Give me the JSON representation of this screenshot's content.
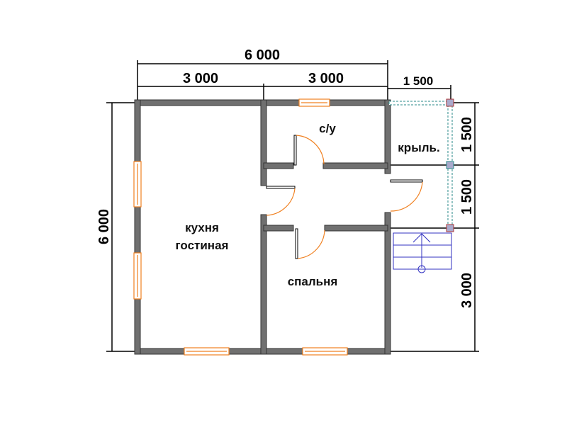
{
  "dimensions": {
    "total_width": "6 000",
    "left_width": "3 000",
    "right_width": "3 000",
    "porch_width": "1 500",
    "total_height": "6 000",
    "porch_upper_height": "1 500",
    "porch_lower_height": "1 500",
    "lower_right_height": "3 000"
  },
  "rooms": {
    "kitchen_line1": "кухня",
    "kitchen_line2": "гостиная",
    "bathroom": "с/у",
    "porch": "крыль.",
    "bedroom": "спальня"
  },
  "colors": {
    "wall": "#707070",
    "window": "#f08020",
    "stairs": "#3030c0",
    "railing": "#2a8a8a"
  }
}
